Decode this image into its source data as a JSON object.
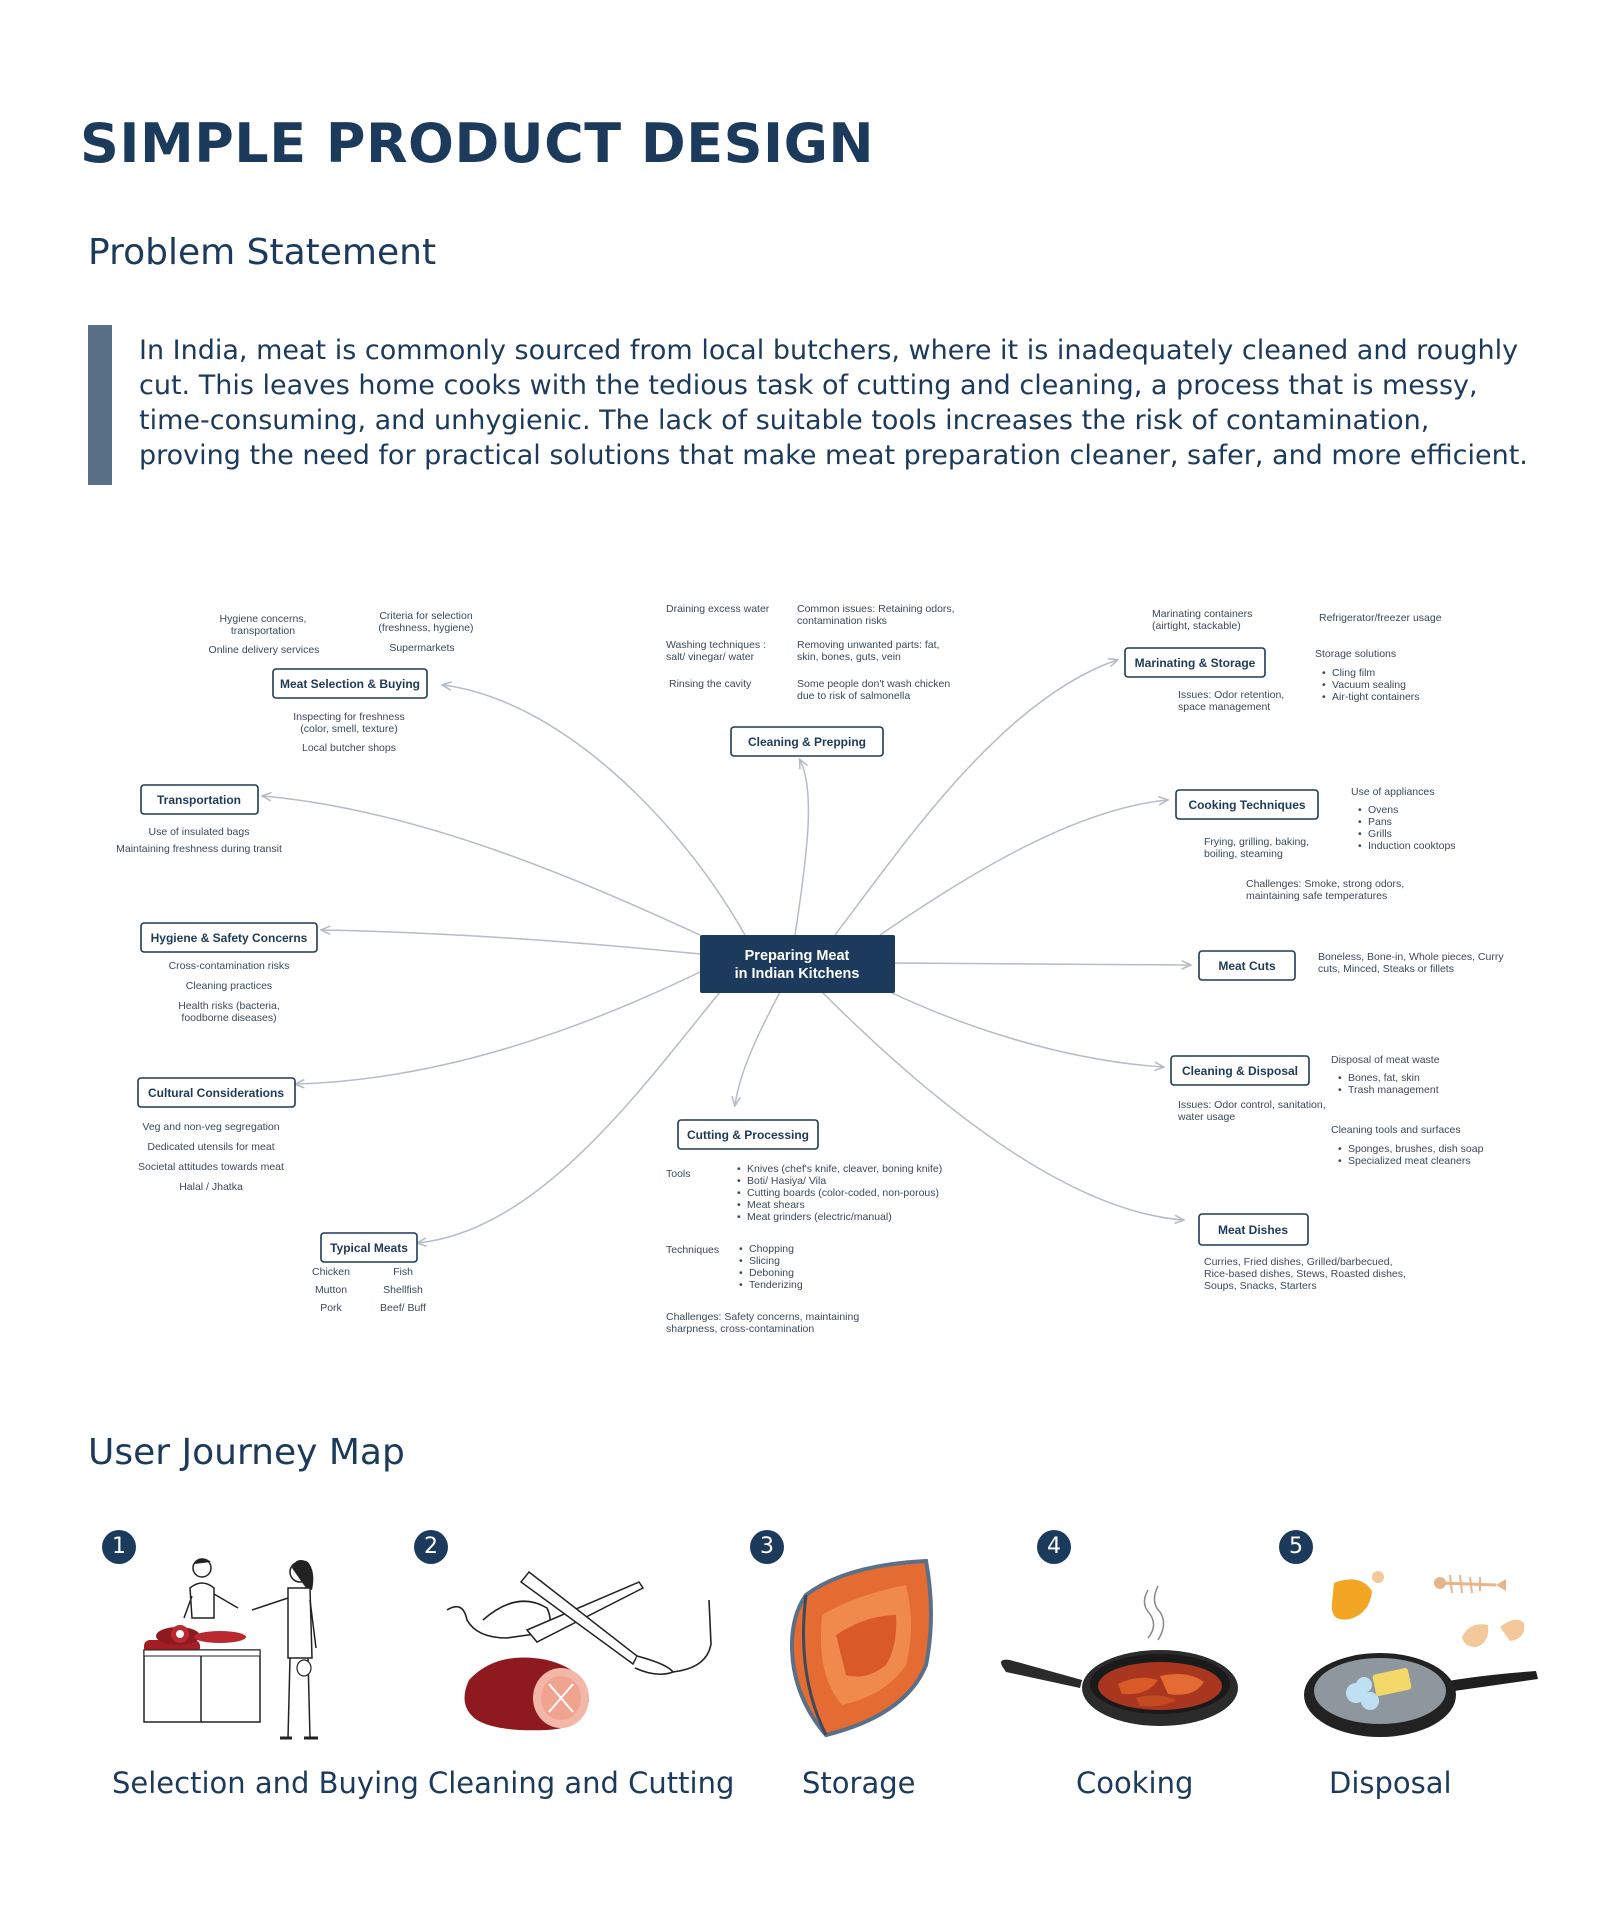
{
  "title": "SIMPLE PRODUCT DESIGN",
  "problem_heading": "Problem Statement",
  "problem_text": "In India, meat is commonly sourced from local butchers, where it is inadequately cleaned and roughly cut. This leaves home cooks with the tedious task of cutting and cleaning, a process that is messy, time-consuming, and unhygienic. The lack of suitable tools increases the risk of contamination, proving the need for practical solutions that make meat preparation cleaner, safer, and more efficient.",
  "mindmap": {
    "center": [
      "Preparing Meat",
      "in Indian Kitchens"
    ],
    "nodes": [
      {
        "id": "selection",
        "label": "Meat Selection & Buying"
      },
      {
        "id": "cleaning",
        "label": "Cleaning & Prepping"
      },
      {
        "id": "marinating",
        "label": "Marinating & Storage"
      },
      {
        "id": "transport",
        "label": "Transportation"
      },
      {
        "id": "cooking",
        "label": "Cooking Techniques"
      },
      {
        "id": "hygiene",
        "label": "Hygiene & Safety Concerns"
      },
      {
        "id": "cuts",
        "label": "Meat Cuts"
      },
      {
        "id": "cultural",
        "label": "Cultural Considerations"
      },
      {
        "id": "disposal",
        "label": "Cleaning & Disposal"
      },
      {
        "id": "cutting",
        "label": "Cutting & Processing"
      },
      {
        "id": "typical",
        "label": "Typical Meats"
      },
      {
        "id": "dishes",
        "label": "Meat Dishes"
      }
    ],
    "notes": {
      "sel_hygiene": [
        "Hygiene concerns,",
        "transportation"
      ],
      "sel_criteria": [
        "Criteria for selection",
        "(freshness, hygiene)"
      ],
      "sel_online": [
        "Online delivery services"
      ],
      "sel_super": [
        "Supermarkets"
      ],
      "sel_inspect": [
        "Inspecting for freshness",
        "(color, smell, texture)"
      ],
      "sel_local": [
        "Local butcher shops"
      ],
      "cl_drain": [
        "Draining excess water"
      ],
      "cl_wash": [
        "Washing techniques :",
        "salt/ vinegar/ water"
      ],
      "cl_rinse": [
        "Rinsing the cavity"
      ],
      "cl_common": [
        "Common issues: Retaining odors,",
        "contamination risks"
      ],
      "cl_remove": [
        "Removing unwanted parts: fat,",
        "skin, bones, guts, vein"
      ],
      "cl_salmonella": [
        "Some people don't wash chicken",
        "due to risk of salmonella"
      ],
      "mar_cont": [
        "Marinating containers",
        "(airtight, stackable)"
      ],
      "mar_fridge": [
        "Refrigerator/freezer usage"
      ],
      "mar_storage": [
        "Storage solutions"
      ],
      "mar_storage_items": [
        "Cling film",
        "Vacuum sealing",
        "Air-tight containers"
      ],
      "mar_issues": [
        "Issues: Odor retention,",
        "space management"
      ],
      "tr_bags": [
        "Use of insulated bags"
      ],
      "tr_fresh": [
        "Maintaining freshness during transit"
      ],
      "ck_appl": [
        "Use of appliances"
      ],
      "ck_appl_items": [
        "Ovens",
        "Pans",
        "Grills",
        "Induction cooktops"
      ],
      "ck_methods": [
        "Frying, grilling, baking,",
        "boiling, steaming"
      ],
      "ck_challenges": [
        "Challenges: Smoke, strong odors,",
        "maintaining safe temperatures"
      ],
      "hy_cross": [
        "Cross-contamination risks"
      ],
      "hy_practices": [
        "Cleaning practices"
      ],
      "hy_health": [
        "Health risks (bacteria,",
        "foodborne diseases)"
      ],
      "cuts_list": [
        "Boneless, Bone-in, Whole pieces, Curry",
        "cuts, Minced, Steaks or fillets"
      ],
      "cu_veg": [
        "Veg and non-veg segregation"
      ],
      "cu_utensils": [
        "Dedicated utensils for meat"
      ],
      "cu_attitudes": [
        "Societal attitudes towards meat"
      ],
      "cu_halal": [
        "Halal / Jhatka"
      ],
      "dis_waste": [
        "Disposal of meat waste"
      ],
      "dis_waste_items": [
        "Bones, fat, skin",
        "Trash management"
      ],
      "dis_issues": [
        "Issues: Odor control, sanitation,",
        "water usage"
      ],
      "dis_tools": [
        "Cleaning tools and surfaces"
      ],
      "dis_tools_items": [
        "Sponges, brushes, dish soap",
        "Specialized meat cleaners"
      ],
      "cp_tools": [
        "Tools"
      ],
      "cp_tools_items": [
        "Knives (chef's knife, cleaver, boning knife)",
        "Boti/ Hasiya/ Vila",
        "Cutting boards (color-coded, non-porous)",
        "Meat shears",
        "Meat grinders (electric/manual)"
      ],
      "cp_tech": [
        "Techniques"
      ],
      "cp_tech_items": [
        "Chopping",
        "Slicing",
        "Deboning",
        "Tenderizing"
      ],
      "cp_challenges": [
        "Challenges: Safety concerns, maintaining",
        "sharpness, cross-contamination"
      ],
      "ty_col1": [
        "Chicken",
        "Mutton",
        "Pork"
      ],
      "ty_col2": [
        "Fish",
        "Shellfish",
        "Beef/ Buff"
      ],
      "dish_list": [
        "Curries, Fried dishes, Grilled/barbecued,",
        "Rice-based dishes, Stews, Roasted dishes,",
        "Soups, Snacks, Starters"
      ]
    }
  },
  "journey_heading": "User Journey Map",
  "journey_steps": [
    {
      "num": "1",
      "label": "Selection and Buying"
    },
    {
      "num": "2",
      "label": "Cleaning and Cutting"
    },
    {
      "num": "3",
      "label": "Storage"
    },
    {
      "num": "4",
      "label": "Cooking"
    },
    {
      "num": "5",
      "label": "Disposal"
    }
  ]
}
